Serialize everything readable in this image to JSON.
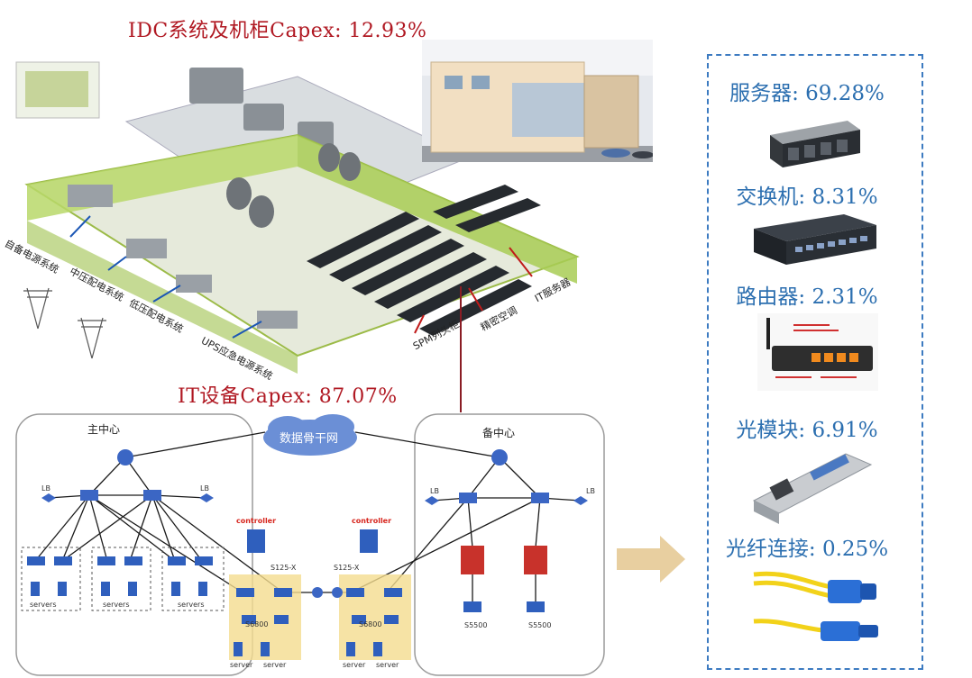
{
  "titles": {
    "idc": "IDC系统及机柜Capex: 12.93%",
    "it": "IT设备Capex: 87.07%"
  },
  "datacenter_labels": {
    "self_power": "自备电源系统",
    "mv_power": "中压配电系统",
    "lv_power": "低压配电系统",
    "ups": "UPS应急电源系统",
    "spm": "SPM列头柜",
    "precision_ac": "精密空调",
    "it_server": "IT服务器"
  },
  "network": {
    "main_center": "主中心",
    "backup_center": "备中心",
    "backbone": "数据骨干网",
    "controller": "controller",
    "lb": "LB",
    "servers": "servers",
    "server": "server",
    "s125x": "S125-X",
    "s6800": "S6800",
    "s5500": "S5500"
  },
  "components": [
    {
      "label": "服务器: 69.28%",
      "icon": "server-rack-icon"
    },
    {
      "label": "交换机: 8.31%",
      "icon": "network-switch-icon"
    },
    {
      "label": "路由器: 2.31%",
      "icon": "router-icon"
    },
    {
      "label": "光模块: 6.91%",
      "icon": "optical-module-icon"
    },
    {
      "label": "光纤连接: 0.25%",
      "icon": "fiber-cable-icon"
    }
  ],
  "colors": {
    "title_red": "#b01822",
    "item_blue": "#2c6fb0",
    "box_border": "#3d7bc1",
    "arrow": "#e8cfa0",
    "green": "#b8d86a",
    "backbone": "#6b8fd6"
  }
}
